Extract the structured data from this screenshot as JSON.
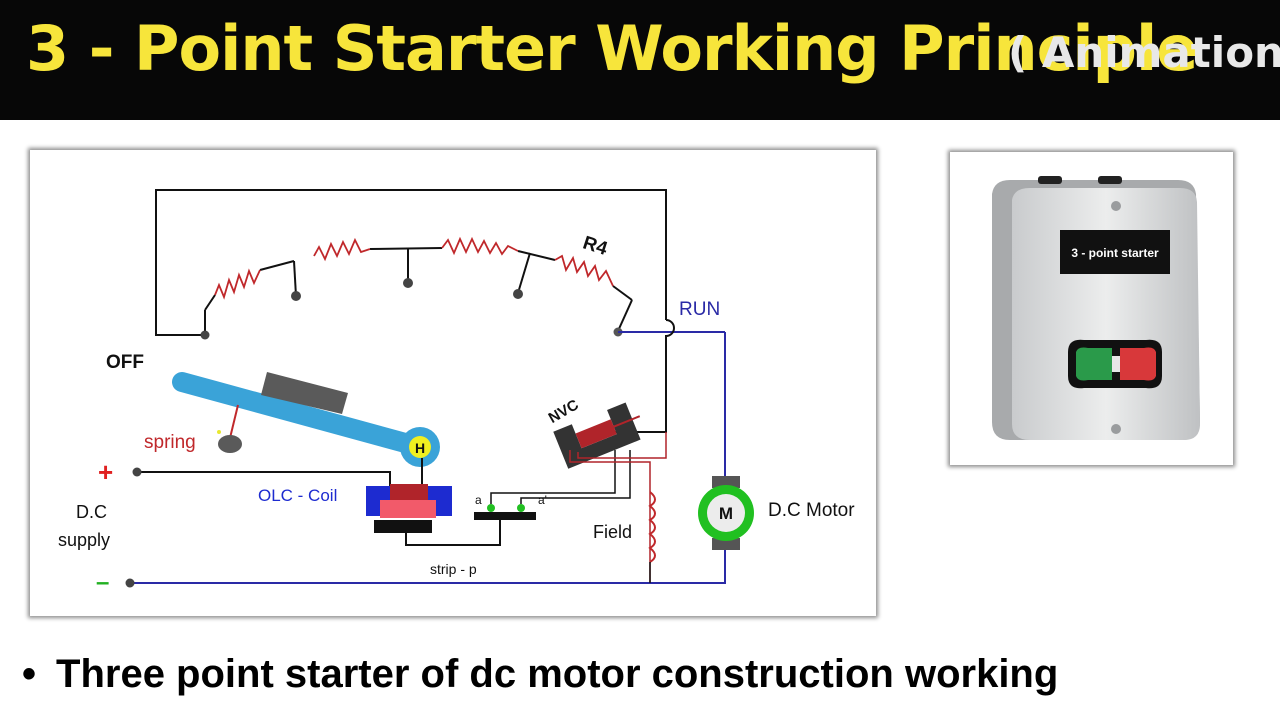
{
  "header": {
    "title": "3 - Point Starter Working Principle",
    "subtitle": "( Animation )"
  },
  "diagram": {
    "label_off": "OFF",
    "label_run": "RUN",
    "label_r4": "R4",
    "label_nvc": "NVC",
    "label_spring": "spring",
    "label_handle": "H",
    "label_olc": "OLC - Coil",
    "label_plus": "+",
    "label_minus": "–",
    "label_supply_1": "D.C",
    "label_supply_2": "supply",
    "label_a": "a",
    "label_a_prime": "a'",
    "label_strip": "strip - p",
    "label_field": "Field",
    "label_motor_m": "M",
    "label_motor": "D.C Motor",
    "colors": {
      "handle_arm": "#3aa3d8",
      "coil_red": "#b0242a",
      "wire_blue": "#2a2aa6",
      "wire_red": "#b0242a",
      "motor_green": "#21c021",
      "olc_blue": "#1d2bd0"
    }
  },
  "product": {
    "label": "3 - point starter"
  },
  "bullet": {
    "text": "Three point starter of dc motor construction working"
  }
}
